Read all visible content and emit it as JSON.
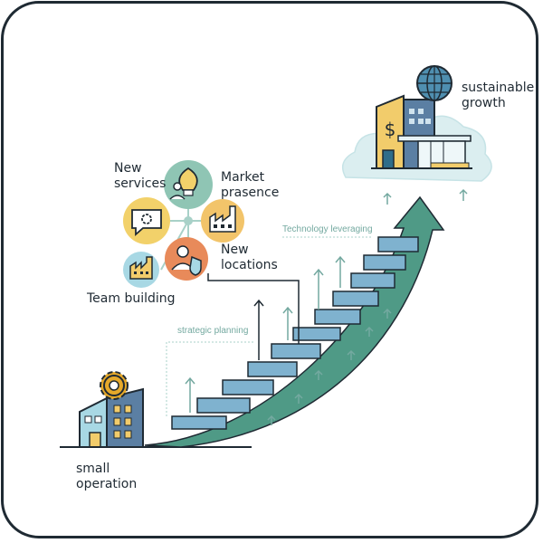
{
  "labels": {
    "sustainable_growth": "sustainable\ngrowth",
    "new_services": "New\nservices",
    "market_presence": "Market\nprasence",
    "new_locations": "New\nlocations",
    "team_building": "Team building",
    "small_operation": "small\noperation",
    "technology_leveraging": "Technology leveraging",
    "strategic_planning": "strategic planning"
  },
  "icons": [
    {
      "name": "globe-icon",
      "color": "#4f8fb0"
    },
    {
      "name": "lightbulb-person-icon",
      "color": "#f2d16a"
    },
    {
      "name": "gear-speech-bubble-icon",
      "color": "#f2d16a"
    },
    {
      "name": "factory-icon",
      "color": "#f2c46a"
    },
    {
      "name": "person-shield-icon",
      "color": "#e88a5a"
    },
    {
      "name": "factory-small-icon",
      "color": "#a8d8e4"
    },
    {
      "name": "gear-icon",
      "color": "#e6a92a"
    }
  ],
  "colors": {
    "stair": "#7fb2cf",
    "arrow": "#4f9a86",
    "cloud": "#dbeef0",
    "building_blue": "#5b7fa3",
    "building_yellow": "#f2cc6b",
    "outline": "#1f2a33",
    "accent_line": "#74a9a0"
  }
}
